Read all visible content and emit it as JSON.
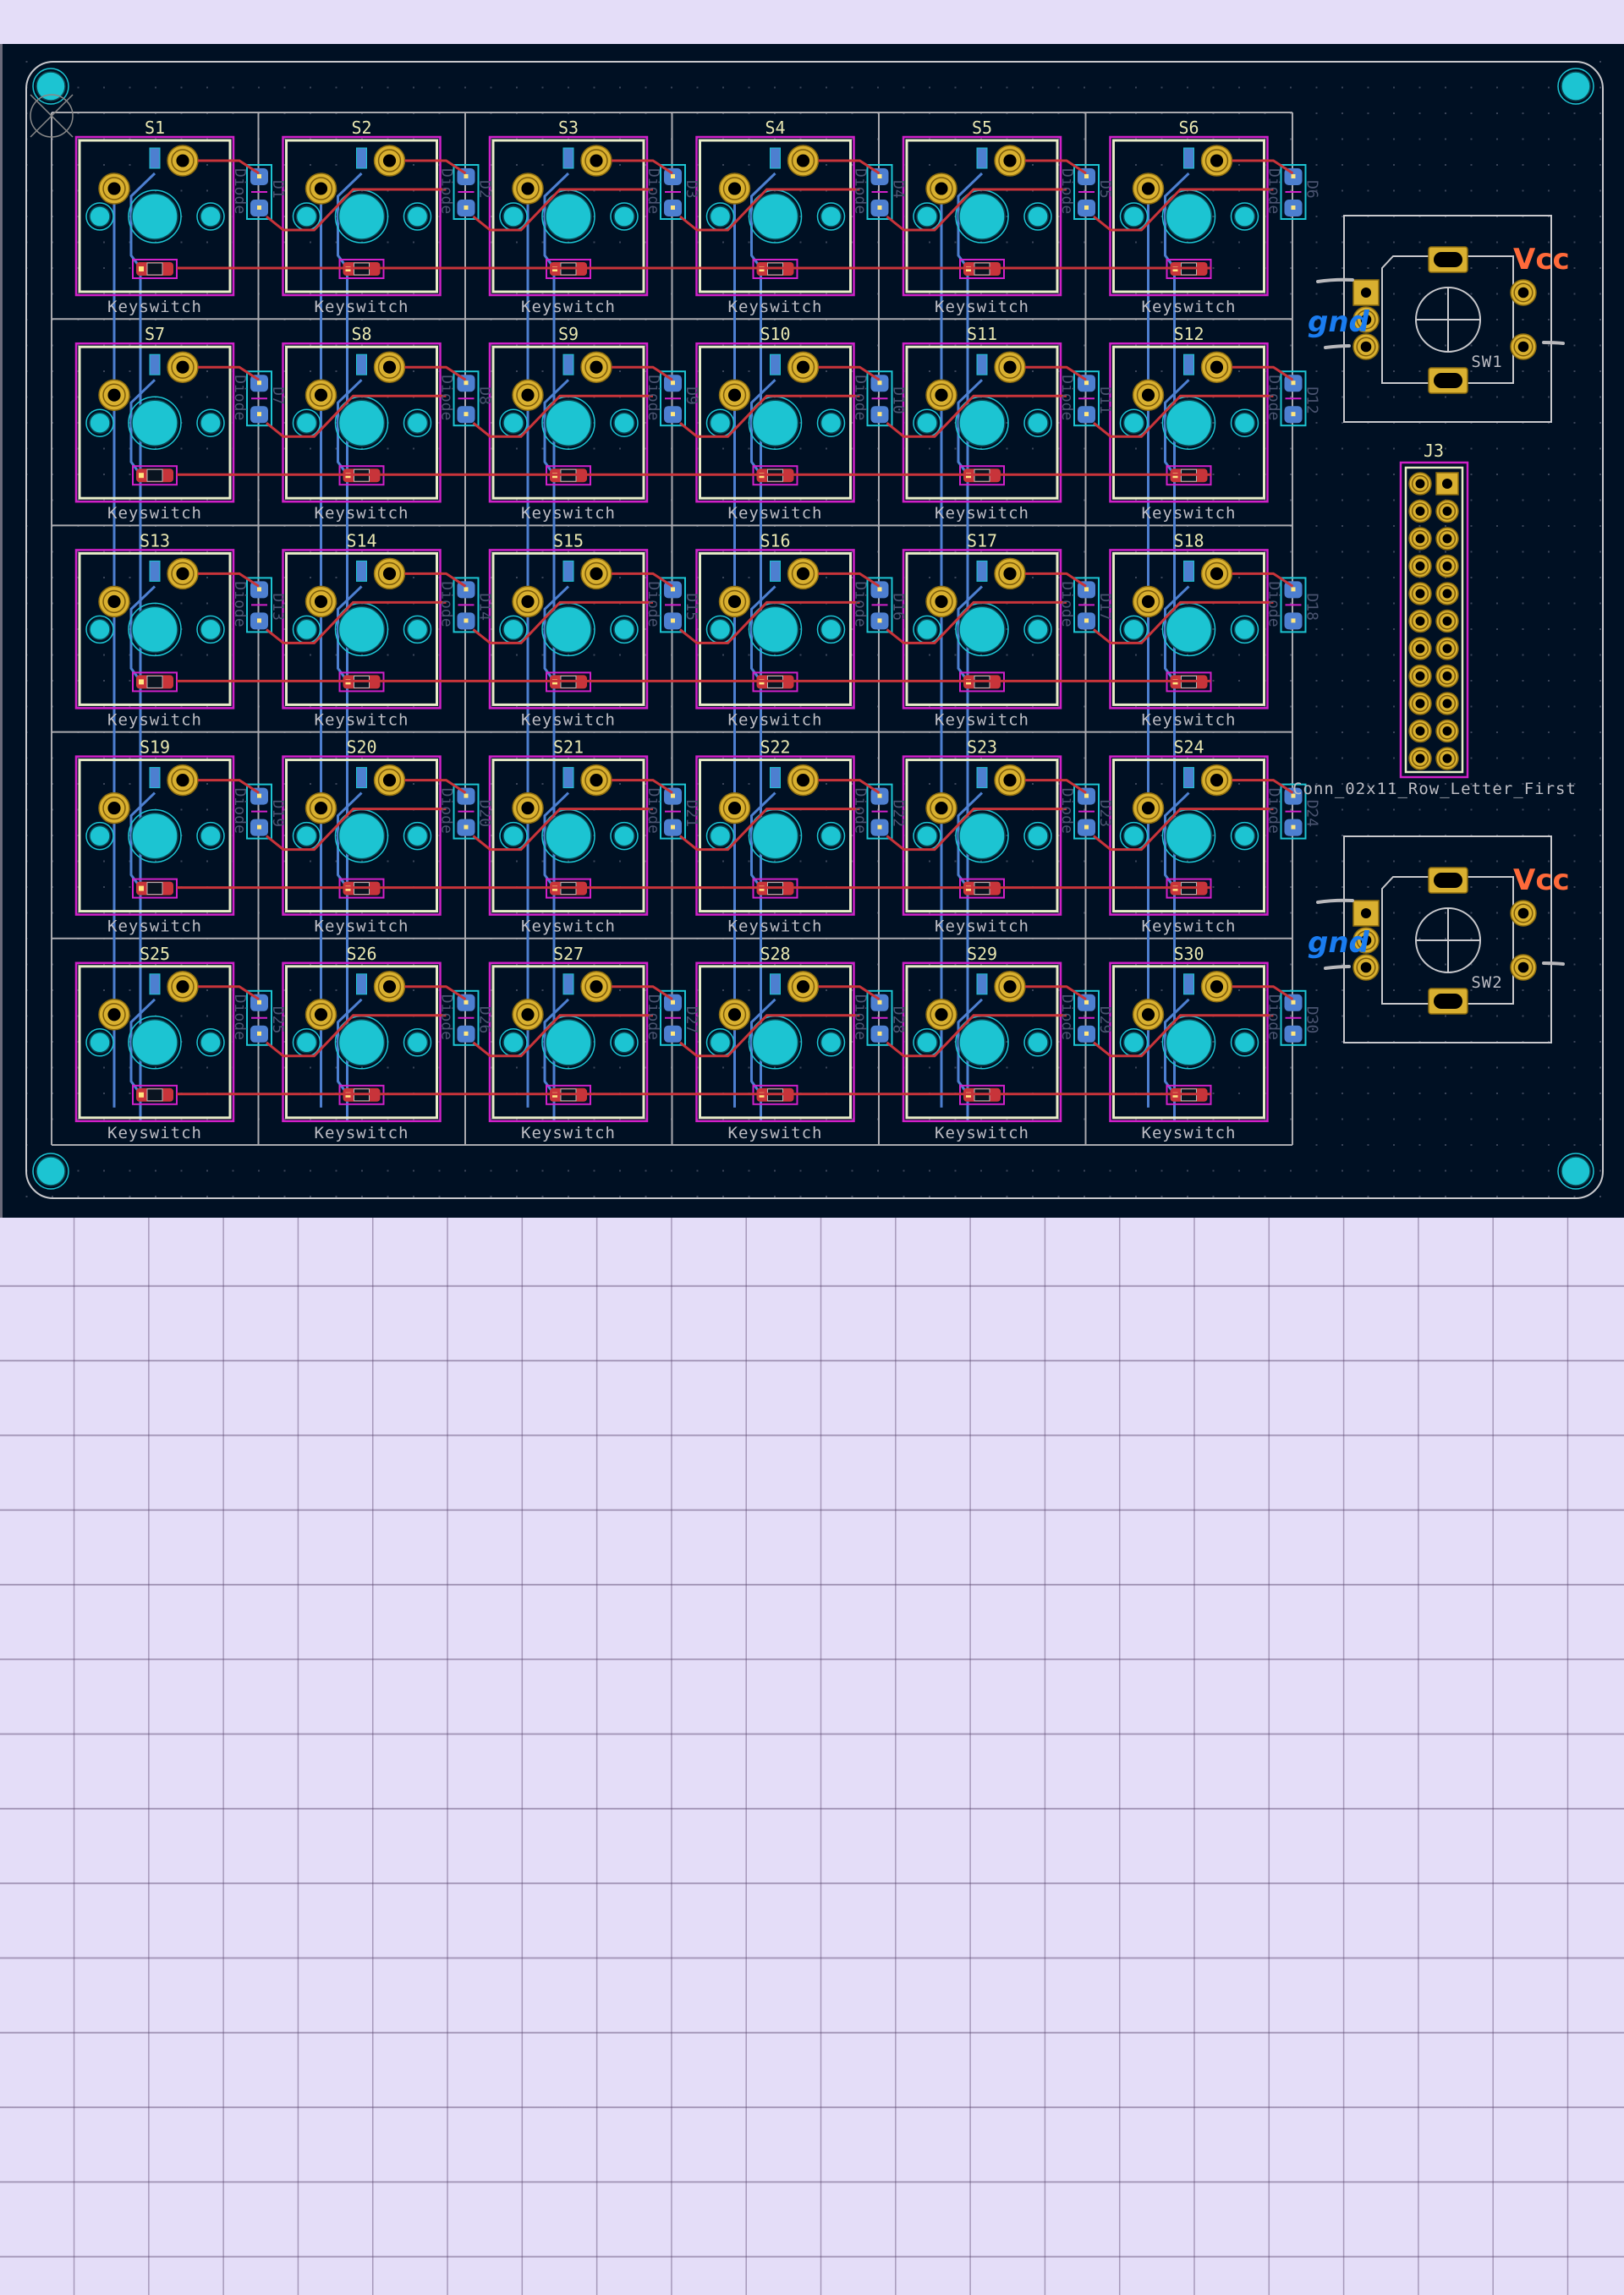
{
  "board": {
    "background_color": "#001023",
    "paper_color": "#e4ddf8",
    "trace_front_color": "#c8343a",
    "trace_back_color": "#4d7fd0",
    "hole_color": "#1cc4d2",
    "pad_color": "#d9b030",
    "courtyard_color": "#d020c8"
  },
  "keys": {
    "value_label": "Keyswitch",
    "diode_value": "Diode",
    "rows": [
      [
        {
          "ref": "S1",
          "diode": "D1"
        },
        {
          "ref": "S2",
          "diode": "D2"
        },
        {
          "ref": "S3",
          "diode": "D3"
        },
        {
          "ref": "S4",
          "diode": "D4"
        },
        {
          "ref": "S5",
          "diode": "D5"
        },
        {
          "ref": "S6",
          "diode": "D6"
        }
      ],
      [
        {
          "ref": "S7",
          "diode": "D7"
        },
        {
          "ref": "S8",
          "diode": "D8"
        },
        {
          "ref": "S9",
          "diode": "D9"
        },
        {
          "ref": "S10",
          "diode": "D10"
        },
        {
          "ref": "S11",
          "diode": "D11"
        },
        {
          "ref": "S12",
          "diode": "D12"
        }
      ],
      [
        {
          "ref": "S13",
          "diode": "D13"
        },
        {
          "ref": "S14",
          "diode": "D14"
        },
        {
          "ref": "S15",
          "diode": "D15"
        },
        {
          "ref": "S16",
          "diode": "D16"
        },
        {
          "ref": "S17",
          "diode": "D17"
        },
        {
          "ref": "S18",
          "diode": "D18"
        }
      ],
      [
        {
          "ref": "S19",
          "diode": "D19"
        },
        {
          "ref": "S20",
          "diode": "D20"
        },
        {
          "ref": "S21",
          "diode": "D21"
        },
        {
          "ref": "S22",
          "diode": "D22"
        },
        {
          "ref": "S23",
          "diode": "D23"
        },
        {
          "ref": "S24",
          "diode": "D24"
        }
      ],
      [
        {
          "ref": "S25",
          "diode": "D25"
        },
        {
          "ref": "S26",
          "diode": "D26"
        },
        {
          "ref": "S27",
          "diode": "D27"
        },
        {
          "ref": "S28",
          "diode": "D28"
        },
        {
          "ref": "S29",
          "diode": "D29"
        },
        {
          "ref": "S30",
          "diode": "D30"
        }
      ]
    ]
  },
  "encoders": [
    {
      "ref": "SW1",
      "annotation_gnd": "gnd",
      "annotation_vcc": "Vcc"
    },
    {
      "ref": "SW2",
      "annotation_gnd": "gnd",
      "annotation_vcc": "Vcc"
    }
  ],
  "connector": {
    "ref": "J3",
    "value": "Conn_02x11_Row_Letter_First",
    "pin_rows": 11,
    "pin_cols": 2
  }
}
